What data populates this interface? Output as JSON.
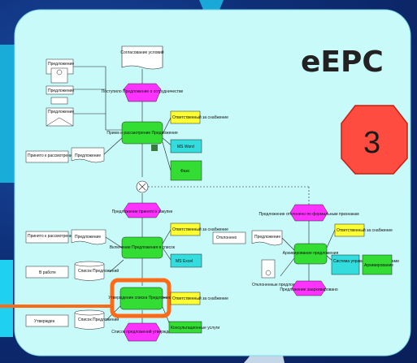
{
  "title": "eEPC",
  "badge": {
    "number": "3",
    "color": "#ff4c40"
  },
  "colors": {
    "panel": "#c9fafa",
    "function": "#33dd33",
    "event": "#ff33ff",
    "org": "#ffff33",
    "system": "#33dddd",
    "highlight": "#ff6a16"
  },
  "nodes": {
    "conditions": "Согласование условий",
    "received": "Поступило Предложение о сотрудничестве",
    "receive_fn": "Прием и рассмотрение Предложения",
    "resp1": "Ответственный за снабжение",
    "msword": "MS Word",
    "fax": "Факс",
    "doc_offer1": "Предложение",
    "doc_offer2": "Предложение",
    "doc_offer3": "Предложение",
    "accepted1": "Принято к рассмотрению",
    "offer_left1": "Предложение",
    "ev_accepted": "Предложение принято к закупке",
    "ev_rejected": "Предложение отклонено по формальным признакам",
    "accepted2": "Принято к рассмотрению",
    "offer_left2": "Предложение",
    "include_fn": "Включение Предложения в список",
    "resp2": "Ответственный за снабжение",
    "msexcel": "MS Excel",
    "inwork": "В работе",
    "list1": "Список Предложений",
    "rejected_lbl": "Отклонено",
    "offer_mid": "Предложение",
    "archive_fn": "Архивирование предложения",
    "resp3": "Ответственный за снабжение",
    "doc_system": "Система управления документами",
    "archive_node": "Архивирование",
    "rejected_offers": "Отклоненные предложения",
    "ev_archived": "Предложение заархивировано",
    "approve_fn": "Утверждение списка Предложений",
    "resp4": "Ответственный за снабжение",
    "approved": "Утвержден",
    "list2": "Список Предложений",
    "ev_list": "Список предложений утвержден",
    "consulting": "Консультационные услуги"
  }
}
